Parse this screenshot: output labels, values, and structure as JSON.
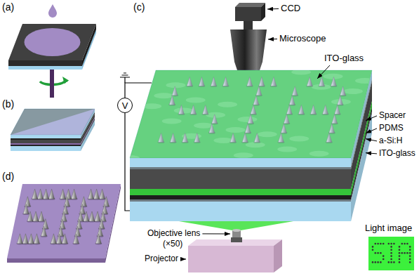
{
  "diagram": {
    "nodes": [
      {
        "text": [
          "V"
        ]
      }
    ],
    "labels": [
      "(a)",
      "(c)",
      "CCD",
      "Microscope",
      "ITO-glass",
      "(b)",
      "Spacer",
      "PDMS",
      "a-Si:H",
      "ITO-glass",
      "(d)",
      "Objective lens",
      "(×50)",
      "Projector",
      "Light image"
    ]
  }
}
